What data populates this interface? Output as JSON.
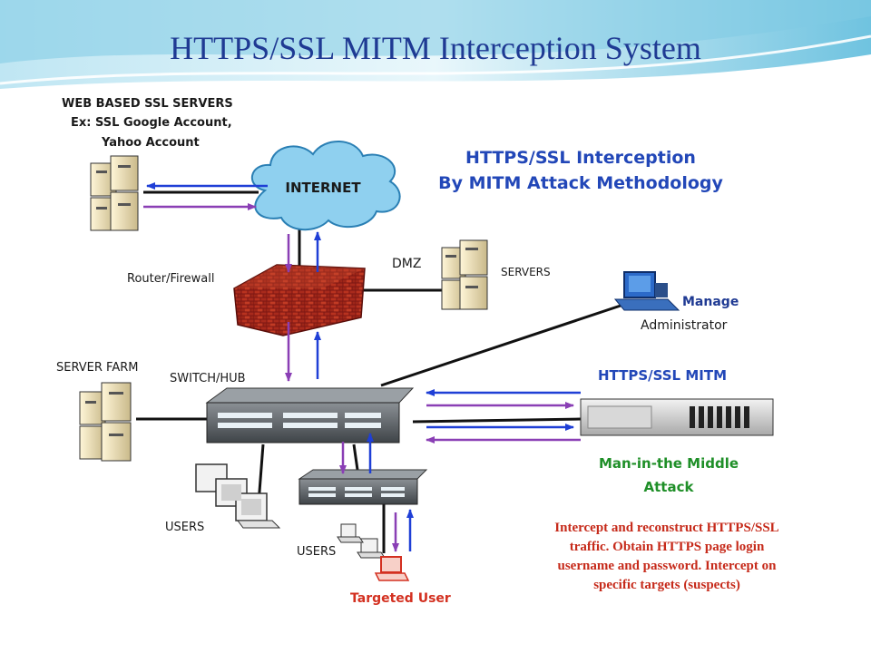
{
  "title": "HTTPS/SSL MITM Interception System",
  "labels": {
    "ssl_servers_1": "WEB BASED SSL SERVERS",
    "ssl_servers_2": "Ex: SSL Google Account,",
    "ssl_servers_3": "Yahoo Account",
    "internet": "INTERNET",
    "interception_1": "HTTPS/SSL Interception",
    "interception_2": "By MITM Attack Methodology",
    "dmz": "DMZ",
    "servers": "SERVERS",
    "router": "Router/Firewall",
    "manage": "Manage",
    "administrator": "Administrator",
    "server_farm": "SERVER FARM",
    "switch_hub": "SWITCH/HUB",
    "https_mitm": "HTTPS/SSL MITM",
    "mitm_attack_1": "Man-in-the Middle",
    "mitm_attack_2": "Attack",
    "users_left": "USERS",
    "users_mid": "USERS",
    "targeted_user": "Targeted User",
    "description_1": "Intercept and reconstruct HTTPS/SSL",
    "description_2": "traffic. Obtain HTTPS page login",
    "description_3": "username and password. Intercept on",
    "description_4": "specific targets (suspects)"
  },
  "colors": {
    "title": "#1f3a93",
    "arrow_blue": "#1f3fd6",
    "arrow_purple": "#8a3fb5",
    "cloud": "#8fd0ef",
    "firewall": "#a8241e",
    "switch": "#5b6065",
    "mitm_green": "#1f8f28",
    "target_red": "#d33020"
  }
}
